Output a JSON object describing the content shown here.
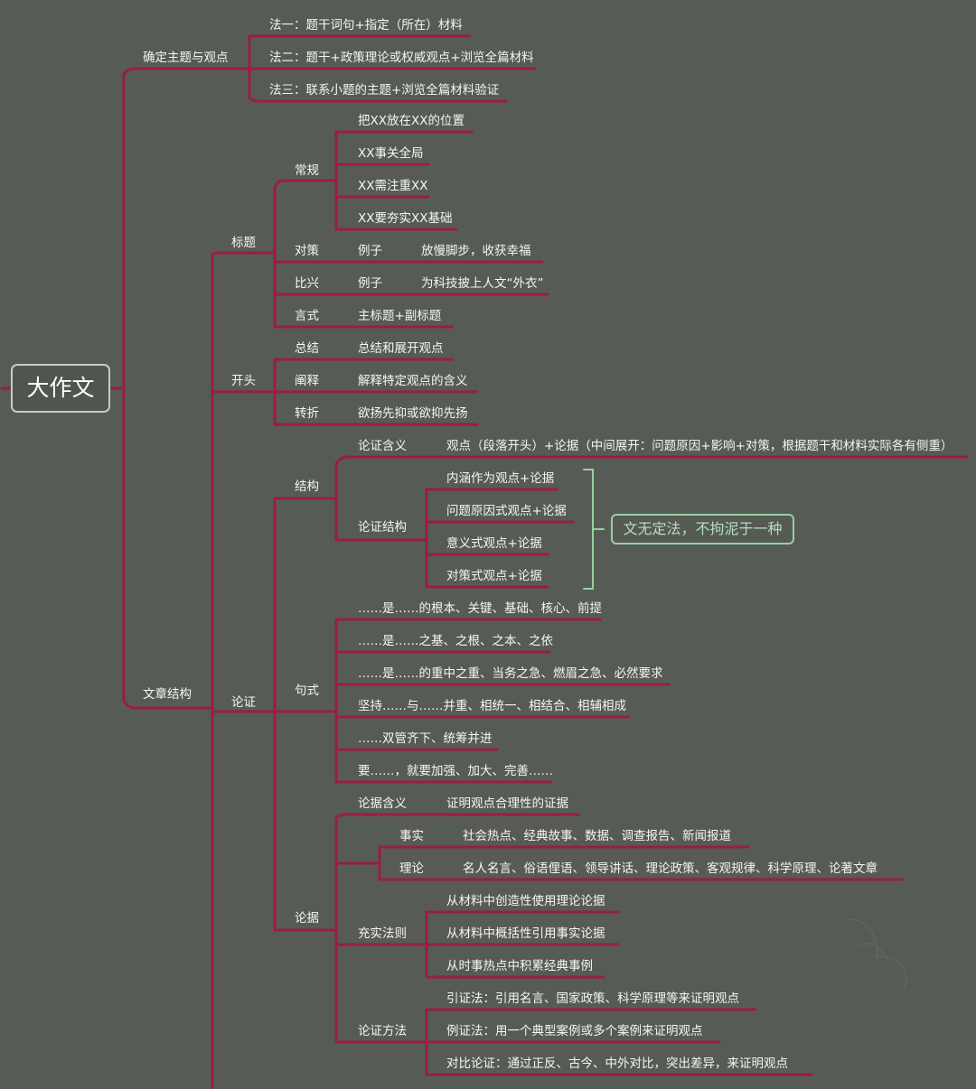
{
  "root": "大作文",
  "branch1": {
    "title": "确定主题与观点",
    "items": [
      "法一：题干词句+指定（所在）材料",
      "法二：题干+政策理论或权威观点+浏览全篇材料",
      "法三：联系小题的主题+浏览全篇材料验证"
    ]
  },
  "branch2": {
    "title": "文章结构",
    "title_section": {
      "label": "标题",
      "regular": {
        "label": "常规",
        "items": [
          "把XX放在XX的位置",
          "XX事关全局",
          "XX需注重XX",
          "XX要夯实XX基础"
        ]
      },
      "duice": {
        "label": "对策",
        "sub": "例子",
        "example": "放慢脚步，收获幸福"
      },
      "bixing": {
        "label": "比兴",
        "sub": "例子",
        "example": "为科技披上人文“外衣”"
      },
      "yanshi": {
        "label": "言式",
        "value": "主标题+副标题"
      }
    },
    "opening": {
      "label": "开头",
      "items": [
        {
          "label": "总结",
          "value": "总结和展开观点"
        },
        {
          "label": "阐释",
          "value": "解释特定观点的含义"
        },
        {
          "label": "转折",
          "value": "欲扬先抑或欲抑先扬"
        }
      ]
    },
    "argument": {
      "label": "论证",
      "structure": {
        "label": "结构",
        "meaning_label": "论证含义",
        "meaning_value": "观点（段落开头）+论据（中间展开：问题原因+影响+对策，根据题干和材料实际各有侧重）",
        "type_label": "论证结构",
        "types": [
          "内涵作为观点+论据",
          "问题原因式观点+论据",
          "意义式观点+论据",
          "对策式观点+论据"
        ],
        "note": "文无定法，不拘泥于一种"
      },
      "sentences": {
        "label": "句式",
        "items": [
          "……是……的根本、关键、基础、核心、前提",
          "……是……之基、之根、之本、之依",
          "……是……的重中之重、当务之急、燃眉之急、必然要求",
          "坚持……与……并重、相统一、相结合、相辅相成",
          "……双管齐下、统筹并进",
          "要……，就要加强、加大、完善……"
        ]
      },
      "evidence": {
        "label": "论据",
        "meaning_label": "论据含义",
        "meaning_value": "证明观点合理性的证据",
        "fact_label": "事实",
        "fact_value": "社会热点、经典故事、数据、调查报告、新闻报道",
        "theory_label": "理论",
        "theory_value": "名人名言、俗语俚语、领导讲话、理论政策、客观规律、科学原理、论著文章",
        "rules_label": "充实法则",
        "rules": [
          "从材料中创造性使用理论论据",
          "从材料中概括性引用事实论据",
          "从时事热点中积累经典事例"
        ],
        "methods_label": "论证方法",
        "methods": [
          "引证法：引用名言、国家政策、科学原理等来证明观点",
          "例证法：用一个典型案例或多个案例来证明观点",
          "对比论证：通过正反、古今、中外对比，突出差异，来证明观点"
        ]
      }
    }
  },
  "colors": {
    "background": "#575b55",
    "branch_line": "#9a1d45",
    "note_border": "#98d0a0"
  }
}
